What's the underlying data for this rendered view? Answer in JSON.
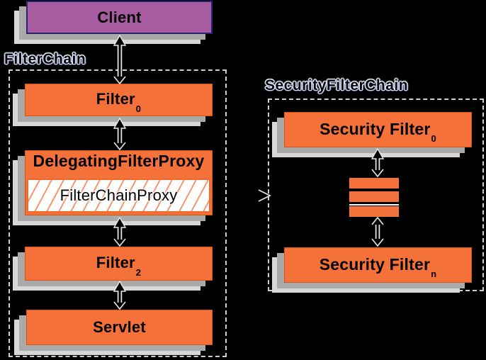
{
  "diagram": {
    "client": {
      "label": "Client"
    },
    "filter_chain": {
      "title": "FilterChain",
      "filter0": {
        "base": "Filter",
        "sub": "0"
      },
      "delegating_filter_proxy": {
        "label": "DelegatingFilterProxy"
      },
      "filter_chain_proxy": {
        "label": "FilterChainProxy"
      },
      "filter2": {
        "base": "Filter",
        "sub": "2"
      },
      "servlet": {
        "label": "Servlet"
      }
    },
    "security_filter_chain": {
      "title": "SecurityFilterChain",
      "filter0": {
        "base": "Security Filter",
        "sub": "0"
      },
      "filtern": {
        "base": "Security Filter",
        "sub": "n"
      }
    },
    "colors": {
      "background": "#000000",
      "box_orange": "#f4713a",
      "box_orange_border": "#d4530f",
      "client_purple": "#a75ba0",
      "client_border": "#2a2570",
      "shadow_dark": "#a9a9a9",
      "shadow_light": "#d7d7d7",
      "dashed_boundary": "#cfcfcf",
      "hatch_line": "#f06e3c",
      "text": "#000000"
    }
  }
}
